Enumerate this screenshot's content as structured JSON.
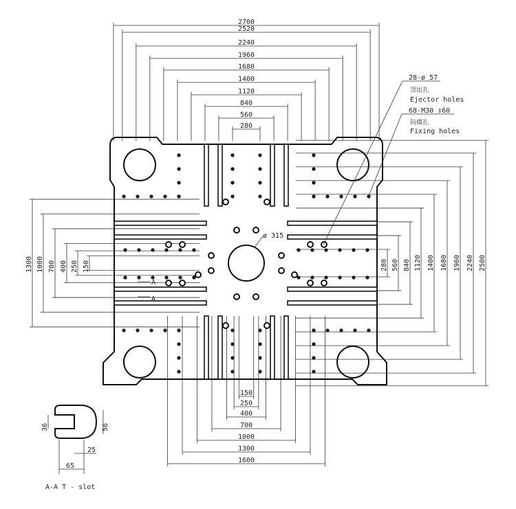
{
  "drawing": {
    "top_dims": [
      "2700",
      "2520",
      "2240",
      "1960",
      "1680",
      "1400",
      "1120",
      "840",
      "560",
      "280"
    ],
    "right_dims": [
      "280",
      "560",
      "840",
      "1120",
      "1400",
      "1680",
      "1960",
      "2240",
      "2500"
    ],
    "left_dims": [
      "1300",
      "1000",
      "700",
      "400",
      "250",
      "150"
    ],
    "bottom_dims": [
      "150",
      "250",
      "400",
      "700",
      "1000",
      "1300",
      "1600"
    ],
    "center_hole": "ø 315",
    "ejector": {
      "spec": "28-ø 57",
      "cn": "顶出孔",
      "en": "Ejector holes"
    },
    "fixing": {
      "spec": "68-M30 ↧60",
      "cn": "码模孔",
      "en": "Fixing holes"
    },
    "section_marks": [
      "A",
      "A"
    ],
    "tslot": {
      "dims": [
        "36",
        "56",
        "25",
        "65"
      ],
      "caption": "A-A  T - slot"
    }
  }
}
